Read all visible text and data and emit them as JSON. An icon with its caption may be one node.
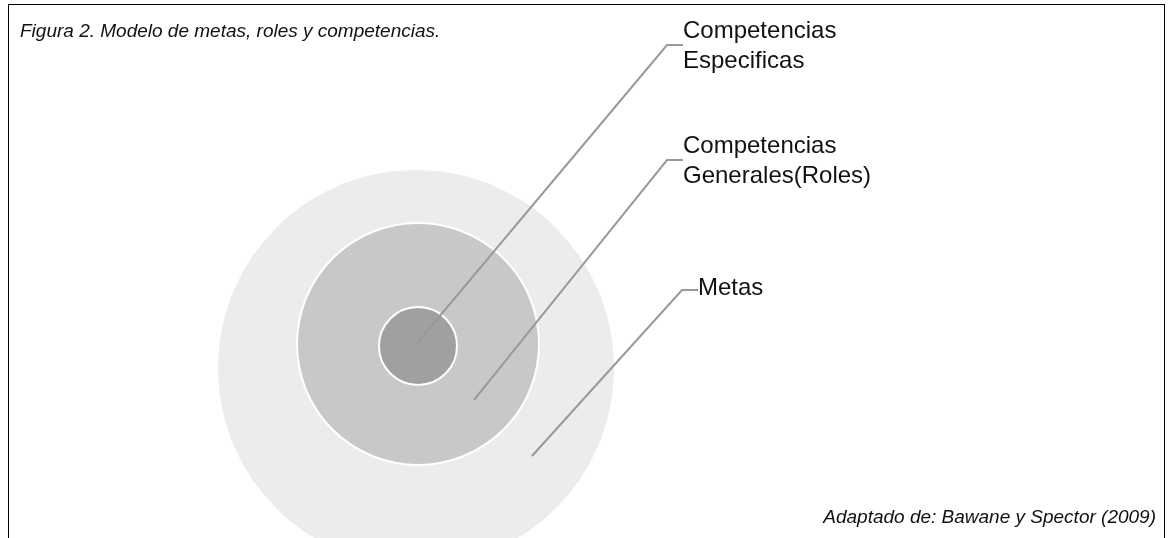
{
  "diagram": {
    "title": "Figura 2. Modelo de metas, roles y competencias.",
    "caption": "Adaptado de: Bawane y Spector (2009)",
    "nodes": [
      {
        "text": [],
        "shape": "circle"
      },
      {
        "text": [],
        "shape": "circle",
        "in": 0
      },
      {
        "text": [],
        "shape": "circle",
        "in": 1
      },
      {
        "text": [
          "Competencias Especificas"
        ]
      },
      {
        "text": [
          "Competencias Generales(Roles)"
        ]
      },
      {
        "text": [
          "Metas"
        ]
      }
    ],
    "edges": [
      {
        "from": 3,
        "to": 2,
        "arrow": "none"
      },
      {
        "from": 4,
        "to": 1,
        "arrow": "none"
      },
      {
        "from": 5,
        "to": 0,
        "arrow": "none"
      }
    ]
  }
}
